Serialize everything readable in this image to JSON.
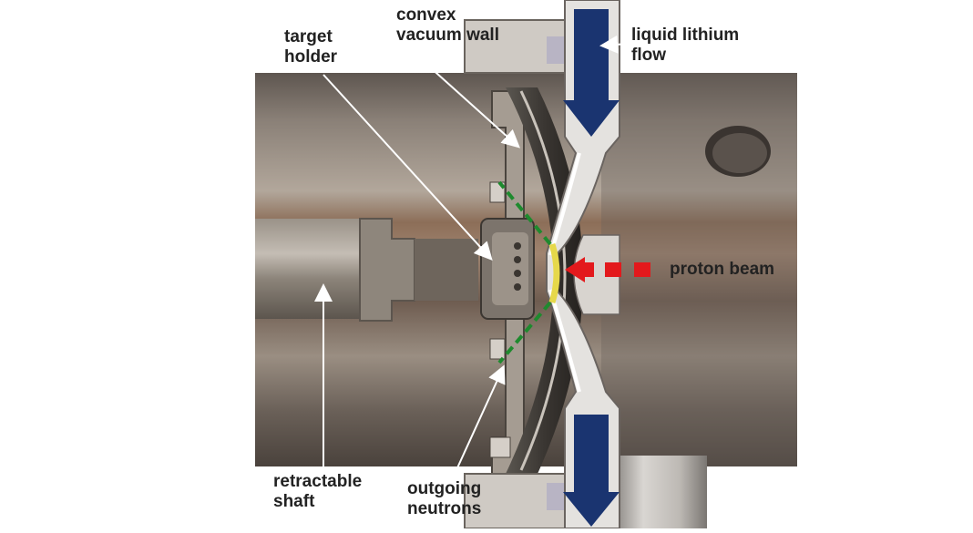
{
  "labels": {
    "target_holder": [
      "target",
      "holder"
    ],
    "convex_vacuum_wall": [
      "convex",
      "vacuum wall"
    ],
    "liquid_lithium_flow": [
      "liquid lithium",
      "flow"
    ],
    "proton_beam": "proton beam",
    "retractable_shaft": [
      "retractable",
      "shaft"
    ],
    "outgoing_neutrons": [
      "outgoing",
      "neutrons"
    ]
  },
  "colors": {
    "lithium_arrow": "#1a3470",
    "proton_beam": "#e3191c",
    "neutron_lines": "#1e8a2e",
    "target_disc": "#e6d84a"
  }
}
